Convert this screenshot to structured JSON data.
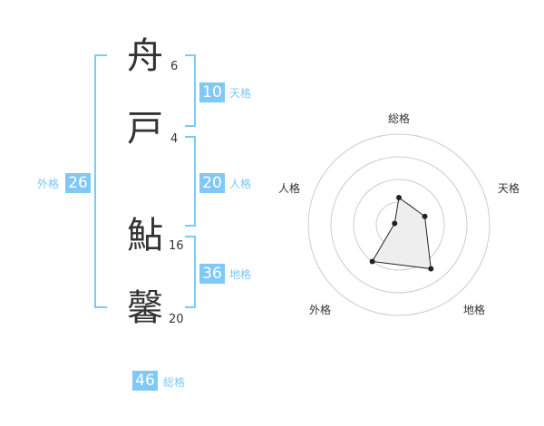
{
  "name": {
    "chars": [
      {
        "char": "舟",
        "strokes": "6"
      },
      {
        "char": "戸",
        "strokes": "4"
      },
      {
        "char": "鮎",
        "strokes": "16"
      },
      {
        "char": "馨",
        "strokes": "20"
      }
    ]
  },
  "fortunes": {
    "tenkaku": {
      "value": "10",
      "label": "天格"
    },
    "jinkaku": {
      "value": "20",
      "label": "人格"
    },
    "chikaku": {
      "value": "36",
      "label": "地格"
    },
    "gaikaku": {
      "value": "26",
      "label": "外格"
    },
    "soukaku": {
      "value": "46",
      "label": "総格"
    }
  },
  "radar": {
    "labels": [
      "総格",
      "天格",
      "地格",
      "外格",
      "人格"
    ],
    "values": [
      0.3,
      0.3,
      0.6,
      0.5,
      0.05
    ],
    "accent": "#7fc8f8"
  }
}
